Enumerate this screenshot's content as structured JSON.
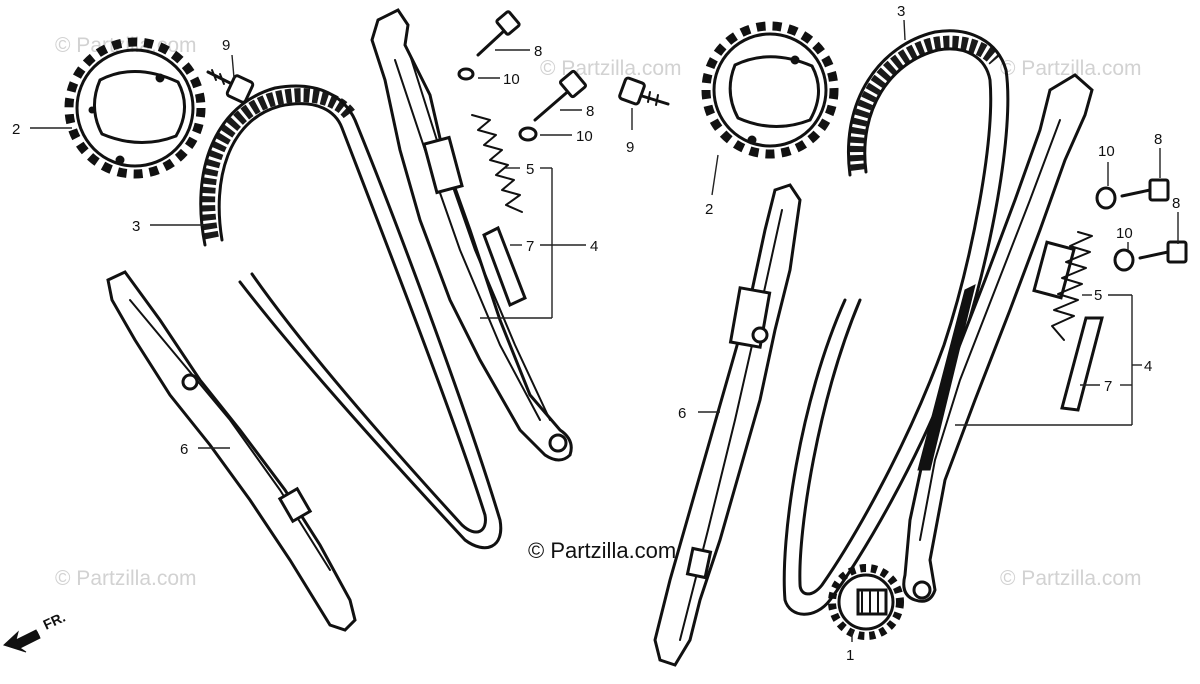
{
  "watermark": {
    "small": "© Partzilla.com",
    "main": "© Partzilla.com"
  },
  "direction_label": "FR.",
  "callouts": {
    "left": [
      "9",
      "2",
      "3",
      "8",
      "10",
      "8",
      "10",
      "5",
      "7",
      "4",
      "6"
    ],
    "right": [
      "3",
      "2",
      "9",
      "10",
      "8",
      "10",
      "8",
      "5",
      "4",
      "7",
      "6",
      "1"
    ]
  },
  "colors": {
    "line": "#111111",
    "watermark": "#d2d2d2",
    "background": "#ffffff"
  },
  "icons": [
    "front-direction-arrow-icon"
  ]
}
